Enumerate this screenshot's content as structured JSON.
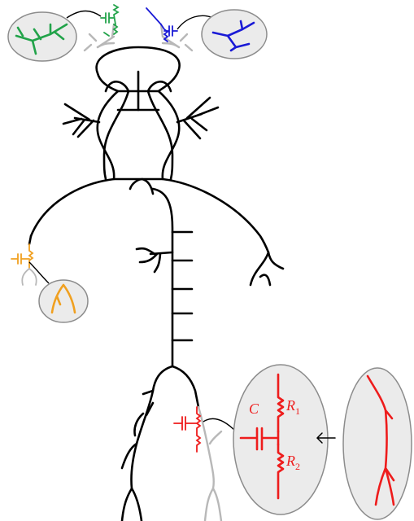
{
  "colors": {
    "tree": "#000000",
    "faded": "#b8b8b8",
    "green": "#22a34a",
    "blue": "#1a1ad6",
    "orange": "#f0a020",
    "red": "#ee1c1c",
    "bubble_fill": "#ebebeb",
    "bubble_stroke": "#8c8c8c"
  },
  "labels": {
    "capacitor": "C",
    "r1_letter": "R",
    "r1_sub": "1",
    "r2_letter": "R",
    "r2_sub": "2"
  },
  "icons": {
    "arrow": "left-arrow-icon"
  }
}
